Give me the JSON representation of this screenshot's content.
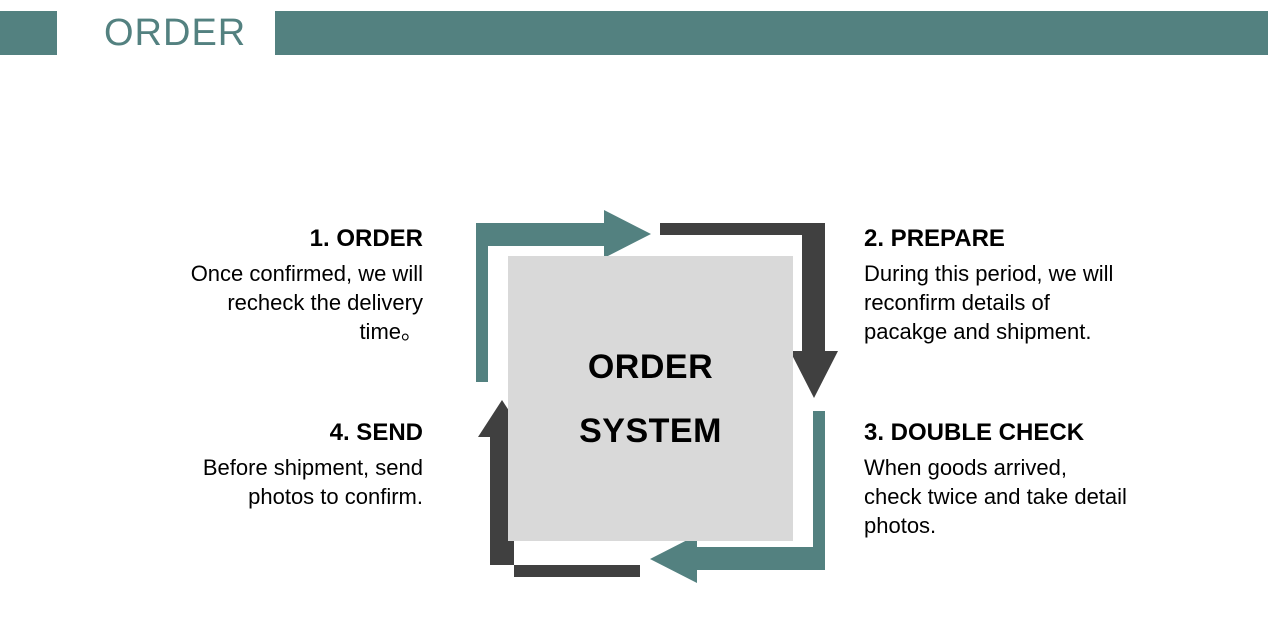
{
  "header": {
    "title": "ORDER",
    "accent_color": "#538180",
    "left_block": "header-accent-block-left",
    "right_block": "header-accent-block-right"
  },
  "center": {
    "line1": "ORDER",
    "line2": "SYSTEM",
    "box_color": "#d9d9d9"
  },
  "colors": {
    "teal": "#538180",
    "dark": "#404040",
    "gray_box": "#d9d9d9",
    "text": "#000000",
    "background": "#ffffff"
  },
  "arrows": [
    {
      "name": "arrow-order-to-prepare",
      "color": "#538180",
      "direction": "left-up-then-right"
    },
    {
      "name": "arrow-prepare-to-doublecheck",
      "color": "#404040",
      "direction": "right-then-down"
    },
    {
      "name": "arrow-doublecheck-to-send",
      "color": "#538180",
      "direction": "down-then-left"
    },
    {
      "name": "arrow-send-to-order",
      "color": "#404040",
      "direction": "left-then-up"
    }
  ],
  "steps": [
    {
      "id": "step-1",
      "title": "1. ORDER",
      "body": "Once confirmed, we will recheck the delivery time。",
      "align": "right"
    },
    {
      "id": "step-2",
      "title": "2. PREPARE",
      "body": "During this period, we will reconfirm details of pacakge and shipment.",
      "align": "left"
    },
    {
      "id": "step-3",
      "title": "3. DOUBLE CHECK",
      "body": "When goods arrived, check twice and take detail photos.",
      "align": "left"
    },
    {
      "id": "step-4",
      "title": "4. SEND",
      "body": "Before shipment, send photos to confirm.",
      "align": "right"
    }
  ]
}
